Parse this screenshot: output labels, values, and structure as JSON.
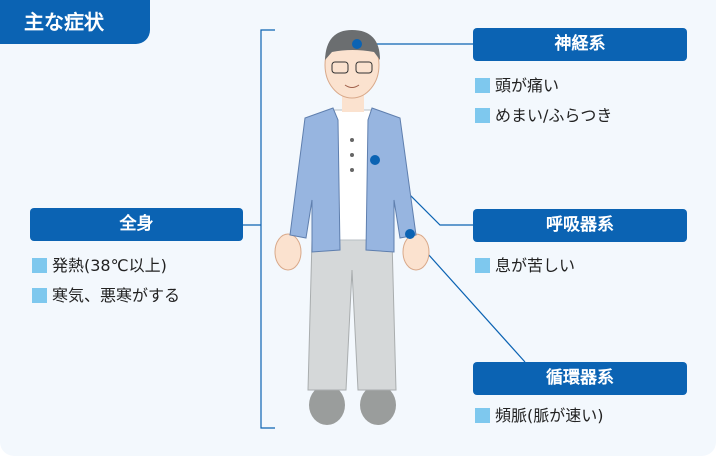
{
  "title": "主な症状",
  "groups": [
    {
      "label": "全身",
      "items": [
        "発熱(38℃以上)",
        "寒気、悪寒がする"
      ]
    },
    {
      "label": "神経系",
      "items": [
        "頭が痛い",
        "めまい/ふらつき"
      ]
    },
    {
      "label": "呼吸器系",
      "items": [
        "息が苦しい"
      ]
    },
    {
      "label": "循環器系",
      "items": [
        "頻脈(脈が速い)"
      ]
    }
  ],
  "colors": {
    "accent": "#0b63b3",
    "bullet": "#7ec8ee",
    "background": "#f3f8fd"
  }
}
